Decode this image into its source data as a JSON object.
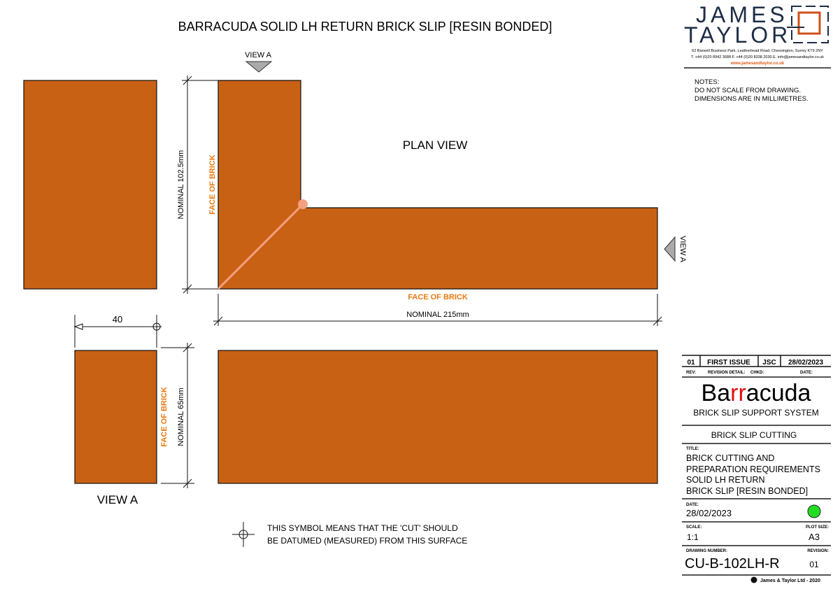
{
  "drawing_title": "BARRACUDA SOLID LH RETURN BRICK SLIP [RESIN BONDED]",
  "labels": {
    "view_a_top": "VIEW A",
    "view_a_side": "VIEW A",
    "plan_view": "PLAN VIEW",
    "view_a_bottom": "VIEW A",
    "face_of_brick_plan_vertical": "FACE OF BRICK",
    "face_of_brick_plan_horizontal": "FACE OF BRICK",
    "face_of_brick_view_a": "FACE OF BRICK",
    "nominal_102": "NOMINAL 102.5mm",
    "nominal_215": "NOMINAL 215mm",
    "nominal_65": "NOMINAL 65mm",
    "dim_40": "40"
  },
  "legend": {
    "line1": "THIS SYMBOL MEANS THAT THE 'CUT' SHOULD",
    "line2": "BE DATUMED (MEASURED) FROM THIS SURFACE"
  },
  "company": {
    "name_line1": "JAMES",
    "name_line2": "TAYLOR",
    "address": "62 Barwell Business Park, Leatherhead Road, Chessington, Surrey KT9 2NY",
    "contact": "T. +44 (0)20 8942 3688  F. +44 (0)20 8338 2030  E. info@jamesandtaylor.co.uk",
    "website": "www.jamesandtaylor.co.uk"
  },
  "notes": {
    "heading": "NOTES:",
    "line1": "DO NOT SCALE FROM DRAWING.",
    "line2": "DIMENSIONS ARE IN MILLIMETRES."
  },
  "title_block": {
    "rev": "01",
    "revision_detail": "FIRST ISSUE",
    "checked": "JSC",
    "date": "28/02/2023",
    "rev_label": "REV:",
    "revision_detail_label": "REVISION DETAIL:",
    "checked_label": "CHKD:",
    "date_label": "DATE:",
    "brand_pre": "Ba",
    "brand_mid": "rr",
    "brand_post": "acuda",
    "brand_subtitle": "BRICK SLIP SUPPORT SYSTEM",
    "section": "BRICK SLIP CUTTING",
    "title_label": "TITLE:",
    "title_lines": [
      "BRICK CUTTING AND",
      "PREPARATION REQUIREMENTS",
      "SOLID LH RETURN",
      "BRICK SLIP [RESIN BONDED]"
    ],
    "issue_date_label": "DATE:",
    "issue_date": "28/02/2023",
    "status_color": "#22DD22",
    "scale_label": "SCALE:",
    "scale": "1:1",
    "plot_size_label": "PLOT SIZE:",
    "plot_size": "A3",
    "drawing_number_label": "DRAWING NUMBER:",
    "drawing_number": "CU-B-102LH-R",
    "revision_label": "REVISION:",
    "revision": "01",
    "copyright": "James & Taylor Ltd - 2020"
  }
}
